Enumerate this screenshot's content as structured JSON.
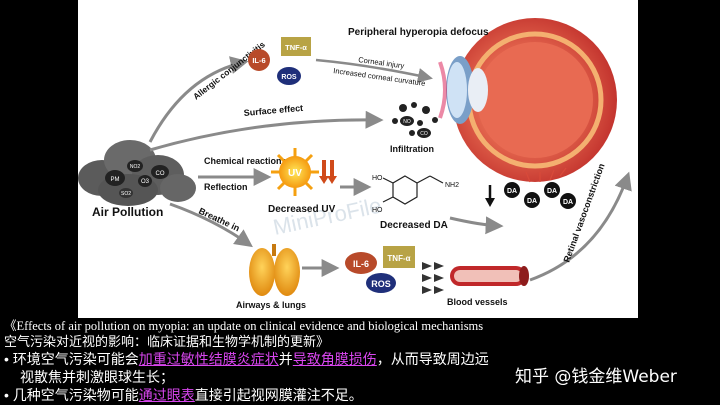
{
  "diagram": {
    "nodes": {
      "air_pollution": "Air Pollution",
      "pm": "PM",
      "no2": "NO2",
      "o3": "O3",
      "co": "CO",
      "so2": "SO2",
      "allergic": "Allergic conjunctivitis",
      "surface_effect": "Surface effect",
      "chemical_reactions": "Chemical reactions",
      "reflection": "Reflection",
      "breathe_in": "Breathe in",
      "il6": "IL-6",
      "tnf": "TNF-α",
      "ros": "ROS",
      "uv": "UV",
      "decreased_uv": "Decreased UV",
      "decreased_da": "Decreased DA",
      "nh2": "NH2",
      "ho": "HO",
      "infiltration": "Infiltration",
      "no": "NO",
      "airways": "Airways & lungs",
      "blood_vessels": "Blood vessels",
      "peripheral": "Peripheral hyperopia defocus",
      "corneal_injury": "Corneal injury",
      "increased_curvature": "Increased corneal curvature",
      "retinal_vaso": "Retinal vasoconstriction",
      "da": "DA"
    },
    "watermark": "MiniProFile"
  },
  "caption": {
    "reference": "《Effects of air pollution on myopia: an update on clinical evidence and biological mechanisms",
    "translation": "空气污染对近视的影响：临床证据和生物学机制的更新》",
    "bullet1": {
      "a": "环境空气污染可能会",
      "b": "加重过敏性结膜炎症状",
      "c": "并",
      "d": "导致角膜损伤",
      "e": "，从而导致周边远",
      "f": "视散焦并刺激眼球生长；"
    },
    "bullet2": {
      "a": "几种空气污染物可能",
      "b": "通过眼表",
      "c": "直接引起视网膜灌注不足。"
    }
  },
  "footer": {
    "watermark": "知乎 @钱金维Weber"
  },
  "colors": {
    "highlight": "#d946ef",
    "il6": "#b84a2a",
    "tnf": "#b8a345",
    "ros": "#1f2f7a"
  }
}
